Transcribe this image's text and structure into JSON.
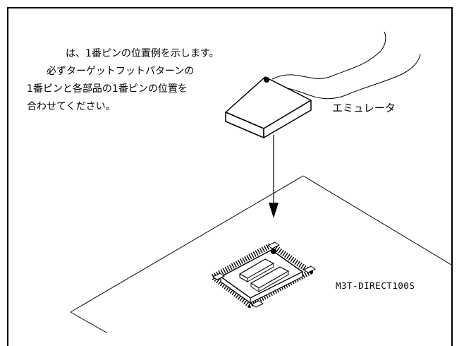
{
  "note": {
    "lines": [
      "は、1番ピンの位置例を示します。",
      "必ずターゲットフットパターンの",
      "1番ピンと各部品の1番ピンの位置を",
      "合わせてください。"
    ]
  },
  "labels": {
    "emulator": "エミュレータ",
    "part_number": "M3T-DIRECT100S"
  }
}
